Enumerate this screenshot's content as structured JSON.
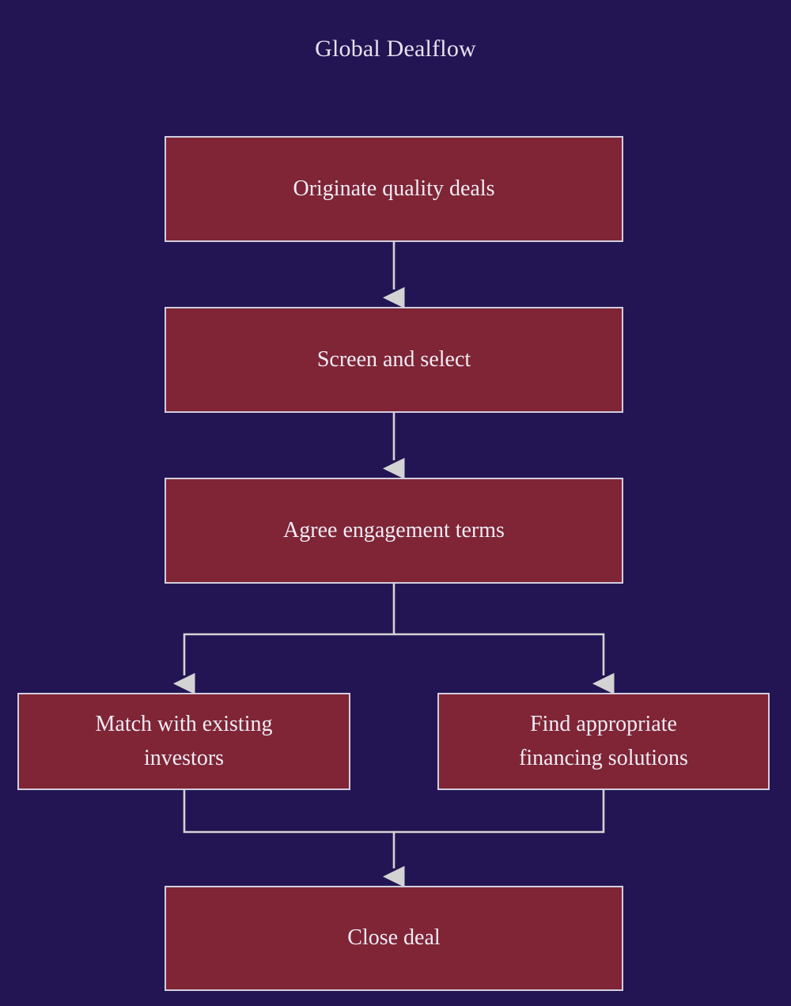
{
  "diagram": {
    "title": "Global Dealflow",
    "background_color": "#231553",
    "node_fill_color": "#7F2536",
    "node_border_color": "#D2CEDE",
    "node_text_color": "#F0ECF6",
    "edge_color": "#D3D3D3",
    "title_color": "#E6E1F0",
    "orientation": "top-to-bottom",
    "nodes": [
      {
        "id": "originate",
        "label": "Originate quality deals"
      },
      {
        "id": "screen",
        "label": "Screen and select"
      },
      {
        "id": "agree",
        "label": "Agree engagement terms"
      },
      {
        "id": "match",
        "label": "Match with existing\ninvestors"
      },
      {
        "id": "find",
        "label": "Find appropriate\nfinancing solutions"
      },
      {
        "id": "close",
        "label": "Close deal"
      }
    ],
    "edges": [
      {
        "from": "originate",
        "to": "screen"
      },
      {
        "from": "screen",
        "to": "agree"
      },
      {
        "from": "agree",
        "to": "match"
      },
      {
        "from": "agree",
        "to": "find"
      },
      {
        "from": "match",
        "to": "close"
      },
      {
        "from": "find",
        "to": "close"
      }
    ]
  }
}
